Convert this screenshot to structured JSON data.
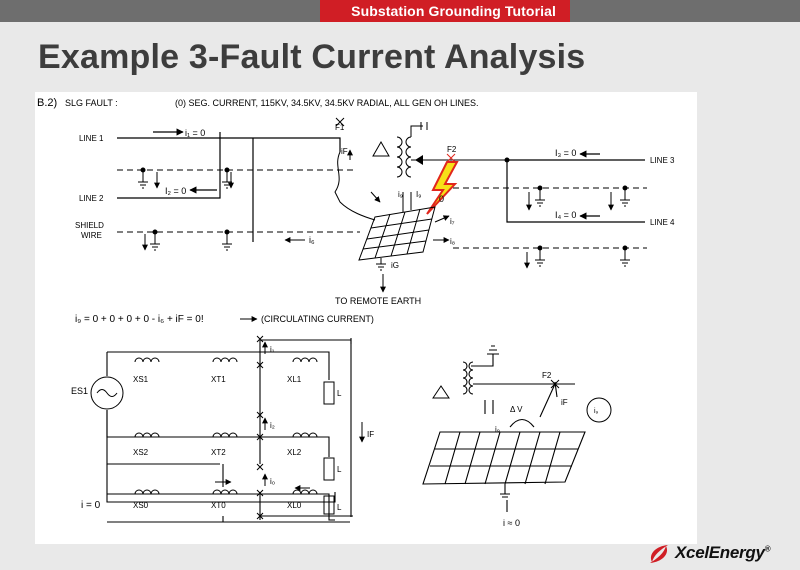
{
  "header": {
    "tutorial_label": "Substation Grounding Tutorial"
  },
  "slide": {
    "title": "Example 3-Fault Current Analysis"
  },
  "diagram": {
    "section_label": "B.2)",
    "fault_type": "SLG FAULT :",
    "caption": "(0) SEG. CURRENT, 115KV, 34.5KV, 34.5KV RADIAL, ALL GEN OH LINES.",
    "line1": "LINE 1",
    "line2": "LINE 2",
    "line3": "LINE 3",
    "line4": "LINE 4",
    "shield1": "SHIELD",
    "shield2": "WIRE",
    "f1": "F1",
    "f2": "F2",
    "i1_eq": "i₁ = 0",
    "i2_eq": "I₂ = 0",
    "i3_eq": "I₃ = 0",
    "i4_eq": "I₄ = 0",
    "if_label": "iF",
    "i6_label": "i₆",
    "i7_label": "i₇",
    "i8_label": "i₈",
    "i9_label": "i₉",
    "i9b_label": "I₉",
    "ig_label": "iG",
    "zero_label": "0",
    "remote_earth": "TO REMOTE EARTH",
    "equation": "i₉ = 0 + 0 + 0 + 0 - i₆ + iF = 0!",
    "circulating": "(CIRCULATING CURRENT)",
    "es1": "ES1",
    "xs1": "XS1",
    "xt1": "XT1",
    "xl1": "XL1",
    "xs2": "XS2",
    "xt2": "XT2",
    "xl2": "XL2",
    "xs0": "XS0",
    "xt0": "XT0",
    "xl0": "XL0",
    "l_label": "L",
    "i1": "i₁",
    "i2": "i₂",
    "i0": "i₀",
    "if_big": "IF",
    "i_zero": "i = 0",
    "dv": "Δ V",
    "i9_small": "i₉",
    "if_small": "iF",
    "i_approx": "i ≈ 0"
  },
  "footer": {
    "brand": "XcelEnergy",
    "trademark": "®"
  },
  "colors": {
    "accent_red": "#d01e25",
    "header_gray": "#6e6e6e",
    "title_gray": "#3d3d3d",
    "bolt_yellow": "#f7e018",
    "bolt_red": "#e1261c"
  }
}
